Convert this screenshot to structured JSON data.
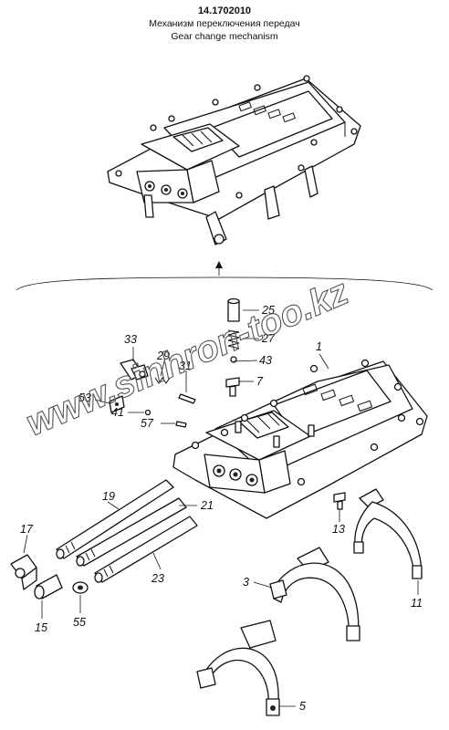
{
  "header": {
    "code": "14.1702010",
    "title_ru": "Механизм переключения передач",
    "title_en": "Gear change mechanism"
  },
  "watermark": "www.sinhron-too.kz",
  "parts": [
    {
      "id": "p1",
      "label": "1"
    },
    {
      "id": "p3",
      "label": "3"
    },
    {
      "id": "p5",
      "label": "5"
    },
    {
      "id": "p7",
      "label": "7"
    },
    {
      "id": "p11",
      "label": "11"
    },
    {
      "id": "p13",
      "label": "13"
    },
    {
      "id": "p15",
      "label": "15"
    },
    {
      "id": "p17",
      "label": "17"
    },
    {
      "id": "p19",
      "label": "19"
    },
    {
      "id": "p21",
      "label": "21"
    },
    {
      "id": "p23",
      "label": "23"
    },
    {
      "id": "p25",
      "label": "25"
    },
    {
      "id": "p27",
      "label": "27"
    },
    {
      "id": "p29",
      "label": "29"
    },
    {
      "id": "p31",
      "label": "31"
    },
    {
      "id": "p33",
      "label": "33"
    },
    {
      "id": "p41",
      "label": "41"
    },
    {
      "id": "p43",
      "label": "43"
    },
    {
      "id": "p53",
      "label": "53"
    },
    {
      "id": "p55",
      "label": "55"
    },
    {
      "id": "p57",
      "label": "57"
    }
  ]
}
